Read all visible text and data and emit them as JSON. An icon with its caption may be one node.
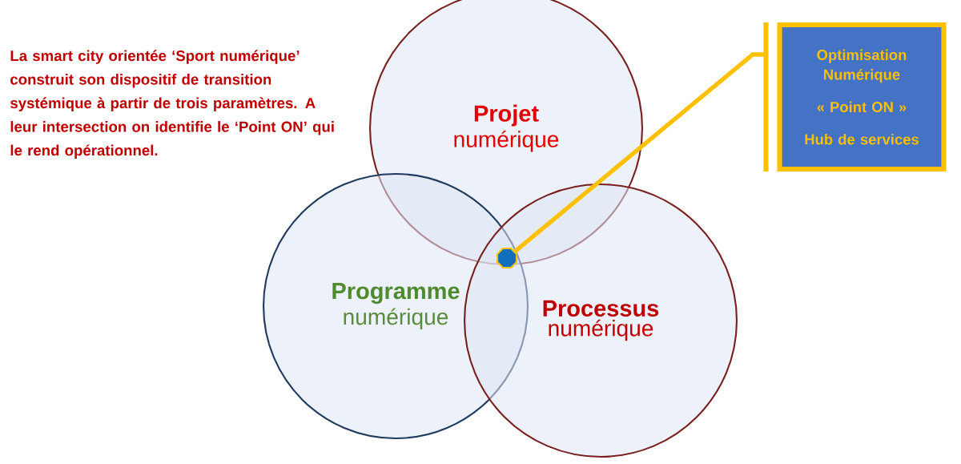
{
  "diagram": {
    "nodes": [
      {
        "text": [
          "Projet",
          "numérique"
        ]
      },
      {
        "text": [
          "Programme",
          "numérique"
        ]
      },
      {
        "text": [
          "Processus",
          "numérique"
        ]
      },
      {
        "text": [],
        "shape": "octagon"
      },
      {
        "text": [
          "Optimisation Numérique",
          "« Point ON »",
          "Hub de services"
        ]
      }
    ],
    "edges": [
      {
        "from": 4,
        "to": 3,
        "arrow": "none"
      }
    ],
    "labels": [
      "La smart city orientée ‘Sport numérique’ construit son dispositif de transition systémique à partir de trois paramètres. A leur intersection on identifie le ‘Point ON’ qui le rend opérationnel."
    ]
  }
}
